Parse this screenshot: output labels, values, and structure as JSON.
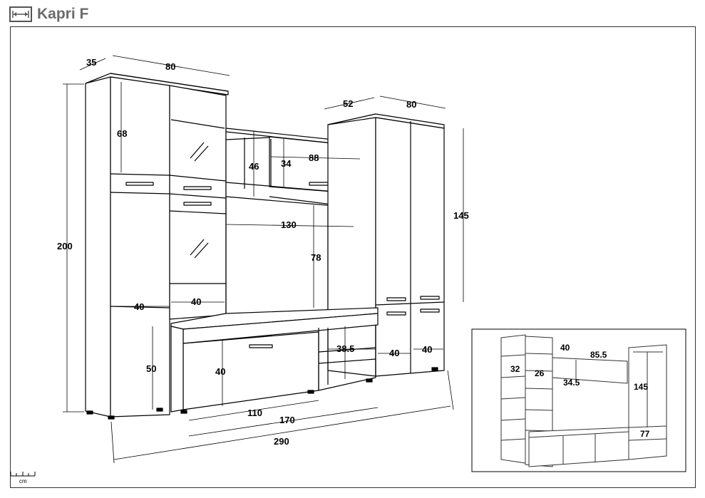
{
  "title": "Kapri F",
  "icons": {
    "header": "width-arrows-icon",
    "scale": "ruler-icon"
  },
  "scale_unit": "cm",
  "main_dimensions": {
    "depth_left": "35",
    "width_top_left": "80",
    "depth_right": "52",
    "width_top_right": "80",
    "glass_door_height": "68",
    "shelf_height": "46",
    "wall_cabinet_height": "34",
    "wall_cabinet_width": "88",
    "opening_width": "130",
    "opening_height": "78",
    "total_height": "200",
    "right_height": "145",
    "left_inner_width": "40",
    "left_door_width": "40",
    "right_drawer_left": "40",
    "right_drawer_right": "40",
    "tv_shelf_height": "38.5",
    "lower_height_left": "50",
    "lower_height_mid": "40",
    "tv_width_110": "110",
    "tv_width_170": "170",
    "total_width": "290"
  },
  "inset_dimensions": {
    "top": "40",
    "width": "85.5",
    "left_shelf": "32",
    "middle_shelf": "26",
    "lower_depth": "34.5",
    "right_height": "145",
    "right_width": "77"
  }
}
